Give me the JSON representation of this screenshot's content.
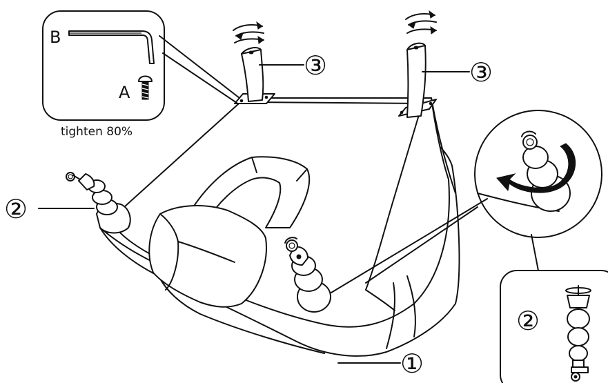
{
  "labels": {
    "allen_key": "B",
    "bolt": "A",
    "caption": "tighten 80%",
    "sofa_body": "①",
    "leg": "②",
    "bracket": "③"
  },
  "colors": {
    "line": "#111111",
    "background": "#ffffff"
  },
  "icons": {
    "rotate": "rotate-arrows-icon",
    "allen_key": "allen-key-icon",
    "bolt": "bolt-icon",
    "screw_in": "curved-arrow-icon"
  }
}
